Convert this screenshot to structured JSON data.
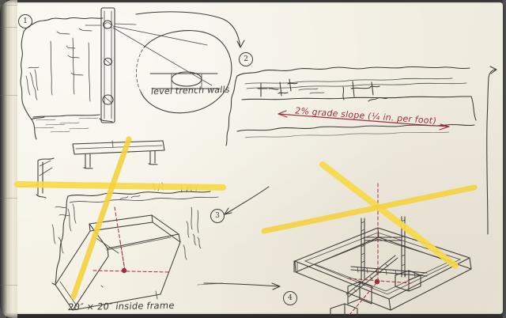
{
  "document": {
    "kind": "hand-drawn sketchbook page",
    "medium": "ink pen, red pen, yellow highlighter on cream notebook paper",
    "subject": "Step-by-step field notes for setting a level trench and a 20-inch square concrete form",
    "paper_color": "#f3efe3",
    "ink_color": "#3b3a38",
    "accent_red": "#9b2f3e",
    "highlighter_yellow": "#f6d948"
  },
  "steps": [
    {
      "id": "step-1",
      "number": "1",
      "caption": "level trench walls"
    },
    {
      "id": "step-2",
      "number": "2",
      "caption": "2% grade slope (1/4 in. per foot)"
    },
    {
      "id": "step-3",
      "number": "3",
      "caption": "20\" x 20\" inside frame"
    },
    {
      "id": "step-4",
      "number": "4",
      "caption": ""
    }
  ],
  "annotations": {
    "level_trench_walls": "level trench walls",
    "grade_slope": "2% grade slope (¹⁄₄ in. per foot)",
    "grade_slope_plain": "2% grade slope (1/4 in. per foot)",
    "inside_frame": "20″ × 20″ inside frame",
    "inside_frame_plain": "20\" x 20\" inside frame"
  },
  "panels": {
    "panel1": {
      "name": "trench with spirit level",
      "number": "1",
      "elements": [
        "trench walls",
        "vertical spirit level",
        "bubble vial detail circle",
        "loose soil floor"
      ]
    },
    "panel2": {
      "name": "trench in long section with grade stakes",
      "number": "2",
      "elements": [
        "ground line",
        "grade stakes",
        "string line",
        "double headed dimension arrow"
      ]
    },
    "panel3": {
      "name": "square form set in trench with string lines",
      "number": "3",
      "elements": [
        "square wood frame",
        "crossing string lines",
        "diagonal center marks",
        "center point",
        "straightedge board on supports"
      ]
    },
    "panel4": {
      "name": "frame with rebar uprights and blocks",
      "number": "4",
      "elements": [
        "square frame",
        "rebar uprights",
        "concrete blocks",
        "plumb line to center",
        "crossed string lines"
      ]
    }
  },
  "flow_arrows": [
    {
      "name": "arrow-1-to-2",
      "from": "1",
      "to": "2"
    },
    {
      "name": "arrow-2-to-3",
      "from": "2",
      "to": "3"
    },
    {
      "name": "arrow-3-to-4",
      "from": "3",
      "to": "4"
    },
    {
      "name": "arrow-right-margin",
      "from": "bottom-right",
      "to": "top-right"
    }
  ]
}
